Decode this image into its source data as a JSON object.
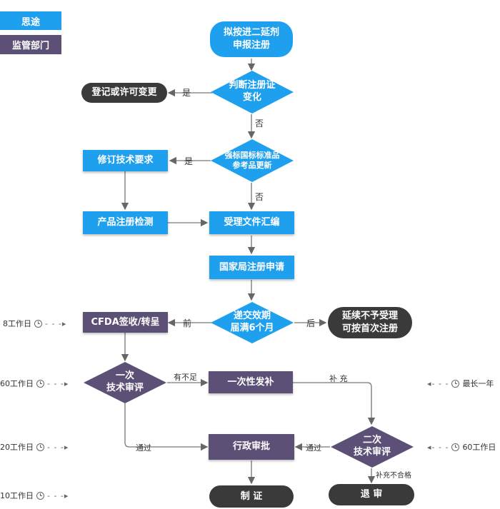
{
  "legend": {
    "situ": "思途",
    "dept": "监管部门"
  },
  "nodes": {
    "start": [
      "拟按进二延剂",
      "申报注册"
    ],
    "judge_change": [
      "判断注册证",
      "变化"
    ],
    "register_change": "登记或许可变更",
    "standard_update": [
      "强标国标标准品",
      "参考品更新"
    ],
    "revise_tech": "修订技术要求",
    "product_test": "产品注册检测",
    "compile_docs": "受理文件汇编",
    "state_apply": "国家局注册申请",
    "submit_period": [
      "递交效期",
      "届满6个月"
    ],
    "renew_reject": [
      "延续不予受理",
      "可按首次注册"
    ],
    "cfda_sign": "CFDA签收/转呈",
    "first_review": [
      "一次",
      "技术审评"
    ],
    "one_supplement": "一次性发补",
    "second_review": [
      "二次",
      "技术审评"
    ],
    "admin_approval": "行政审批",
    "issue_cert": "制 证",
    "return_review": "退 审"
  },
  "edge_labels": {
    "yes1": "是",
    "no1": "否",
    "yes2": "是",
    "no2": "否",
    "before": "前",
    "after": "后",
    "insufficient": "有不足",
    "supplement": "补 充",
    "pass1": "通过",
    "pass2": "通过",
    "supp_fail": "补充不合格"
  },
  "side_notes": {
    "d8": "8工作日",
    "d60a": "60工作日",
    "d20": "20工作日",
    "d10": "10工作日",
    "max_year": "最长一年",
    "d60b": "60工作日"
  },
  "colors": {
    "blue": "#1ea0ef",
    "purple": "#5d5077",
    "dark": "#3a3a3a",
    "line": "#666666"
  }
}
